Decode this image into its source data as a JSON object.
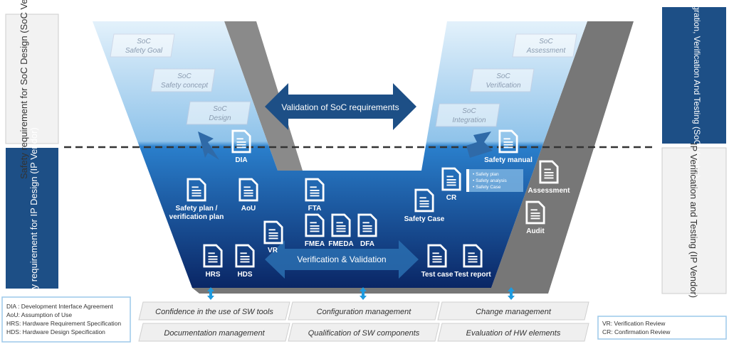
{
  "side": {
    "soc_design": "Safety requirement for SoC Design (SoC Vendor)",
    "ip_design": "Safety requirement for IP Design (IP Vendor)",
    "soc_integration": "SoC integration, Verification And Testing (SoC Vendor)",
    "ip_verification": "IP Verification and Testing (IP Vendor)"
  },
  "left_steps": [
    {
      "l1": "SoC",
      "l2": "Safety Goal"
    },
    {
      "l1": "SoC",
      "l2": "Safety concept"
    },
    {
      "l1": "SoC",
      "l2": "Design"
    }
  ],
  "right_steps": [
    {
      "l1": "SoC",
      "l2": "Assessment"
    },
    {
      "l1": "SoC",
      "l2": "Verification"
    },
    {
      "l1": "SoC",
      "l2": "Integration"
    }
  ],
  "validation": "Validation of SoC requirements",
  "vv": "Verification & Validation",
  "docs": {
    "dia": "DIA",
    "plan1": "Safety plan /",
    "plan2": "verification plan",
    "aou": "AoU",
    "fta": "FTA",
    "fmea": "FMEA",
    "fmeda": "FMEDA",
    "dfa": "DFA",
    "vr": "VR",
    "hrs": "HRS",
    "hds": "HDS",
    "safety_case": "Safety Case",
    "cr": "CR",
    "safety_manual": "Safety manual",
    "assessment": "Assessment",
    "audit": "Audit",
    "test_case": "Test case",
    "test_report": "Test report"
  },
  "cr_items": [
    "• Safety plan",
    "• Safety analysis",
    "• Safety Case"
  ],
  "support": [
    [
      "Confidence in the use of SW tools",
      "Configuration management",
      "Change management"
    ],
    [
      "Documentation management",
      "Qualification of SW components",
      "Evaluation of HW elements"
    ]
  ],
  "legend_left": [
    "DIA : Development Interface Agreement",
    "AoU: Assumption of Use",
    "HRS: Hardware Requirement Specification",
    "HDS: Hardware Design Specification"
  ],
  "legend_right": [
    "VR: Verification Review",
    "CR: Confirmation Review"
  ],
  "colors": {
    "navy": "#0b2a6a",
    "blue": "#1f6fc0",
    "light": "#d8ebf8",
    "grey": "#808080",
    "sidebox_blue": "#1d4f86"
  }
}
